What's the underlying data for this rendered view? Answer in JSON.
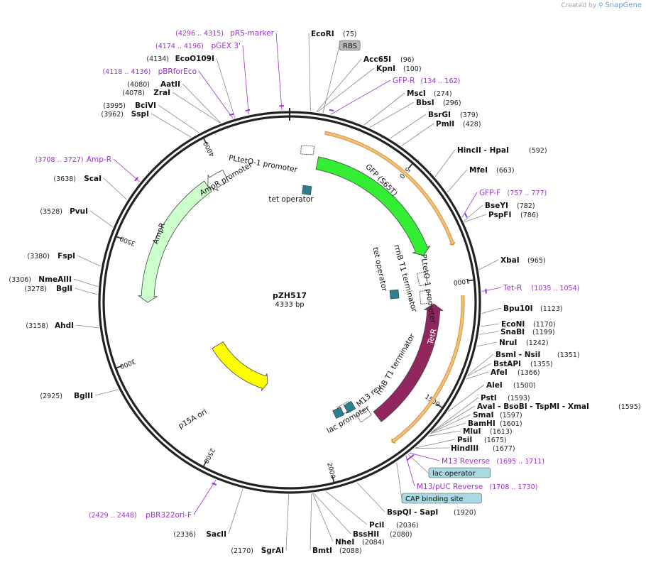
{
  "credit": {
    "prefix": "Created by",
    "brand": "SnapGene",
    "icon": "snapgene-logo-icon"
  },
  "plasmid": {
    "name": "pZH517",
    "size": 4333,
    "size_label": "4333 bp"
  },
  "colors": {
    "ring": "#222222",
    "primer": "#9b30d0",
    "leader": "#888888",
    "enzyme_label": "#111111",
    "gfp": "#33ee33",
    "tetr": "#92275f",
    "ampr": "#ccffcc",
    "p15a": "#ffff00",
    "orf_band": "#f0c080",
    "orf_stroke": "#d89430",
    "operator": "#2d7f90",
    "feature_box_gray": "#b8b8b8",
    "feature_box_blue": "#a8d8e0"
  },
  "ticks": [
    {
      "pos": 500,
      "label": "500"
    },
    {
      "pos": 1000,
      "label": "1000"
    },
    {
      "pos": 1500,
      "label": "1500"
    },
    {
      "pos": 2000,
      "label": "2000"
    },
    {
      "pos": 2500,
      "label": "2500"
    },
    {
      "pos": 3000,
      "label": "3000"
    },
    {
      "pos": 3500,
      "label": "3500"
    },
    {
      "pos": 4000,
      "label": "4000"
    }
  ],
  "features": [
    {
      "name": "GFP (S65T)",
      "start": 135,
      "end": 850,
      "strand": 1,
      "color": "#33ee33",
      "shape": "arrow"
    },
    {
      "name": "TetR",
      "start": 1090,
      "end": 1715,
      "strand": -1,
      "color": "#92275f",
      "shape": "arrow",
      "label_color": "#ffffff"
    },
    {
      "name": "AmpR",
      "start": 3250,
      "end": 3910,
      "strand": -1,
      "color": "#ccffcc",
      "shape": "arrow"
    },
    {
      "name": "AmpR promoter",
      "start": 3910,
      "end": 4010,
      "strand": -1,
      "color": "#ffffff",
      "shape": "arrow"
    },
    {
      "name": "p15A ori",
      "start": 2350,
      "end": 2880,
      "strand": -1,
      "color": "#ffff00",
      "shape": "arrow"
    },
    {
      "name": "PLtetO-1 promoter",
      "start": 45,
      "end": 115,
      "strand": 1,
      "color": "#ffffff",
      "shape": "promoter"
    },
    {
      "name": "PLtetO-1 promoter",
      "start": 1025,
      "end": 1090,
      "strand": -1,
      "color": "#ffffff",
      "shape": "promoter"
    },
    {
      "name": "rrnB T1 terminator",
      "start": 940,
      "end": 985,
      "strand": 1,
      "color": "#ffffff",
      "shape": "terminator"
    },
    {
      "name": "rrnB T1 terminator",
      "start": 1740,
      "end": 1790,
      "strand": -1,
      "color": "#ffffff",
      "shape": "terminator"
    },
    {
      "name": "tet operator",
      "start": 95,
      "end": 115,
      "strand": 0,
      "color": "#2d7f90",
      "shape": "box"
    },
    {
      "name": "tet operator",
      "start": 1020,
      "end": 1040,
      "strand": 0,
      "color": "#2d7f90",
      "shape": "box"
    },
    {
      "name": "M13 rev",
      "start": 1800,
      "end": 1820,
      "strand": -1,
      "color": "#9b30d0",
      "shape": "arrow"
    },
    {
      "name": "lac promoter",
      "start": 1820,
      "end": 1850,
      "strand": -1,
      "color": "#ffffff",
      "shape": "promoter"
    },
    {
      "name": "lac operator",
      "start": 1800,
      "end": 1815,
      "strand": 0,
      "color": "#2d7f90",
      "shape": "box"
    },
    {
      "name": "CAP binding site",
      "start": 1870,
      "end": 1890,
      "strand": 0,
      "color": "#2d7f90",
      "shape": "box"
    }
  ],
  "feature_labels": [
    {
      "text": "PLtetO-1 promoter",
      "rot": 10
    },
    {
      "text": "tet operator",
      "rot": 0
    },
    {
      "text": "GFP (S65T)",
      "rot": 45
    },
    {
      "text": "rrnB T1 terminator",
      "rot": 75
    },
    {
      "text": "tet operator",
      "rot": 78
    },
    {
      "text": "PLtetO-1 promoter",
      "rot": 82
    },
    {
      "text": "TetR",
      "rot": -75
    },
    {
      "text": "rrnB T1 terminator",
      "rot": -60
    },
    {
      "text": "M13 rev",
      "rot": -40
    },
    {
      "text": "lac promoter",
      "rot": -30
    },
    {
      "text": "AmpR promoter",
      "rot": -30
    },
    {
      "text": "AmpR",
      "rot": -70
    },
    {
      "text": "p15A ori",
      "rot": -30
    }
  ],
  "orf_bands": [
    {
      "start": 140,
      "end": 850
    },
    {
      "start": 1055,
      "end": 1730
    }
  ],
  "enzymes": [
    {
      "name": "EcoRI",
      "pos": "(75)",
      "site": 75,
      "side": "r"
    },
    {
      "name": "Acc65I",
      "pos": "(96)",
      "site": 96,
      "side": "r"
    },
    {
      "name": "KpnI",
      "pos": "(100)",
      "site": 100,
      "side": "r"
    },
    {
      "name": "MscI",
      "pos": "(274)",
      "site": 274,
      "side": "r"
    },
    {
      "name": "BbsI",
      "pos": "(296)",
      "site": 296,
      "side": "r"
    },
    {
      "name": "BsrGI",
      "pos": "(379)",
      "site": 379,
      "side": "r"
    },
    {
      "name": "PmlI",
      "pos": "(428)",
      "site": 428,
      "side": "r"
    },
    {
      "name": "HincII - HpaI",
      "pos": "(592)",
      "site": 592,
      "side": "r"
    },
    {
      "name": "MfeI",
      "pos": "(663)",
      "site": 663,
      "side": "r"
    },
    {
      "name": "BseYI",
      "pos": "(782)",
      "site": 782,
      "side": "r"
    },
    {
      "name": "PspFI",
      "pos": "(786)",
      "site": 786,
      "side": "r"
    },
    {
      "name": "XbaI",
      "pos": "(965)",
      "site": 965,
      "side": "r"
    },
    {
      "name": "Bpu10I",
      "pos": "(1123)",
      "site": 1123,
      "side": "r"
    },
    {
      "name": "EcoNI",
      "pos": "(1170)",
      "site": 1170,
      "side": "r"
    },
    {
      "name": "SnaBI",
      "pos": "(1199)",
      "site": 1199,
      "side": "r"
    },
    {
      "name": "NruI",
      "pos": "(1242)",
      "site": 1242,
      "side": "r"
    },
    {
      "name": "BsmI - NsiI",
      "pos": "(1351)",
      "site": 1351,
      "side": "r"
    },
    {
      "name": "BstAPI",
      "pos": "(1355)",
      "site": 1355,
      "side": "r"
    },
    {
      "name": "AfeI",
      "pos": "(1366)",
      "site": 1366,
      "side": "r"
    },
    {
      "name": "AleI",
      "pos": "(1500)",
      "site": 1500,
      "side": "r"
    },
    {
      "name": "PstI",
      "pos": "(1593)",
      "site": 1593,
      "side": "r"
    },
    {
      "name": "AvaI - BsoBI - TspMI - XmaI",
      "pos": "(1595)",
      "site": 1595,
      "side": "r"
    },
    {
      "name": "SmaI",
      "pos": "(1597)",
      "site": 1597,
      "side": "r"
    },
    {
      "name": "BamHI",
      "pos": "(1601)",
      "site": 1601,
      "side": "r"
    },
    {
      "name": "MluI",
      "pos": "(1613)",
      "site": 1613,
      "side": "r"
    },
    {
      "name": "PsiI",
      "pos": "(1675)",
      "site": 1675,
      "side": "r"
    },
    {
      "name": "HindIII",
      "pos": "(1677)",
      "site": 1677,
      "side": "r"
    },
    {
      "name": "BspQI - SapI",
      "pos": "(1920)",
      "site": 1920,
      "side": "r"
    },
    {
      "name": "PciI",
      "pos": "(2036)",
      "site": 2036,
      "side": "r"
    },
    {
      "name": "BssHII",
      "pos": "(2080)",
      "site": 2080,
      "side": "r"
    },
    {
      "name": "NheI",
      "pos": "(2084)",
      "site": 2084,
      "side": "r"
    },
    {
      "name": "BmtI",
      "pos": "(2088)",
      "site": 2088,
      "side": "r"
    },
    {
      "name": "SgrAI",
      "pos": "(2170)",
      "site": 2170,
      "side": "l"
    },
    {
      "name": "SacII",
      "pos": "(2336)",
      "site": 2336,
      "side": "l"
    },
    {
      "name": "BglII",
      "pos": "(2925)",
      "site": 2925,
      "side": "l"
    },
    {
      "name": "AhdI",
      "pos": "(3158)",
      "site": 3158,
      "side": "l"
    },
    {
      "name": "BglI",
      "pos": "(3278)",
      "site": 3278,
      "side": "l"
    },
    {
      "name": "NmeAIII",
      "pos": "(3306)",
      "site": 3306,
      "side": "l"
    },
    {
      "name": "FspI",
      "pos": "(3380)",
      "site": 3380,
      "side": "l"
    },
    {
      "name": "PvuI",
      "pos": "(3528)",
      "site": 3528,
      "side": "l"
    },
    {
      "name": "ScaI",
      "pos": "(3638)",
      "site": 3638,
      "side": "l"
    },
    {
      "name": "SspI",
      "pos": "(3962)",
      "site": 3962,
      "side": "l"
    },
    {
      "name": "BciVI",
      "pos": "(3995)",
      "site": 3995,
      "side": "l"
    },
    {
      "name": "ZraI",
      "pos": "(4078)",
      "site": 4078,
      "side": "l"
    },
    {
      "name": "AatII",
      "pos": "(4080)",
      "site": 4080,
      "side": "l"
    },
    {
      "name": "EcoO109I",
      "pos": "(4134)",
      "site": 4134,
      "side": "l"
    }
  ],
  "primers": [
    {
      "name": "GFP-R",
      "range": "(134 .. 162)",
      "site": 148,
      "side": "r"
    },
    {
      "name": "GFP-F",
      "range": "(757 .. 777)",
      "site": 767,
      "side": "r"
    },
    {
      "name": "Tet-R",
      "range": "(1035 .. 1054)",
      "site": 1044,
      "side": "r"
    },
    {
      "name": "M13 Reverse",
      "range": "(1695 .. 1711)",
      "site": 1703,
      "side": "r"
    },
    {
      "name": "M13/pUC Reverse",
      "range": "(1708 .. 1730)",
      "site": 1719,
      "side": "r"
    },
    {
      "name": "pBR322ori-F",
      "range": "(2429 .. 2448)",
      "site": 2438,
      "side": "l"
    },
    {
      "name": "Amp-R",
      "range": "(3708 .. 3727)",
      "site": 3717,
      "side": "l"
    },
    {
      "name": "pBRforEco",
      "range": "(4118 .. 4136)",
      "site": 4127,
      "side": "l"
    },
    {
      "name": "pGEX 3'",
      "range": "(4174 .. 4196)",
      "site": 4185,
      "side": "l"
    },
    {
      "name": "pRS-marker",
      "range": "(4296 .. 4315)",
      "site": 4305,
      "side": "l"
    }
  ],
  "boxed_features": [
    {
      "name": "RBS",
      "site": 120,
      "style": "gray"
    },
    {
      "name": "lac operator",
      "site": 1710,
      "style": "blue"
    },
    {
      "name": "CAP binding site",
      "site": 1760,
      "style": "blue"
    }
  ]
}
